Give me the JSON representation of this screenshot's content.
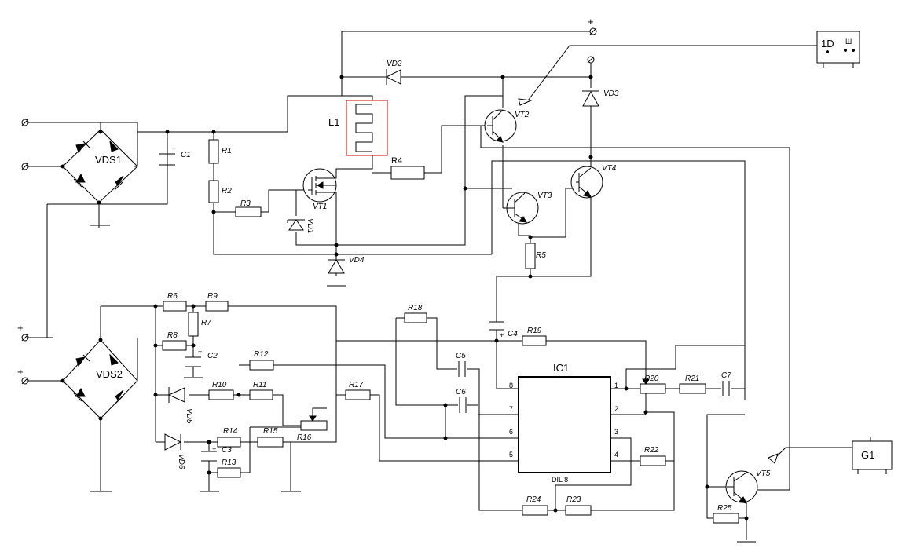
{
  "labels": {
    "vds1": "VDS1",
    "vds2": "VDS2",
    "c1": "C1",
    "r1": "R1",
    "r2": "R2",
    "r3": "R3",
    "vd1": "VD1",
    "vt1": "VT1",
    "l1": "L1",
    "r4": "R4",
    "vd2": "VD2",
    "vt2": "VT2",
    "vd3": "VD3",
    "vt3": "VT3",
    "vt4": "VT4",
    "r5": "R5",
    "vd4": "VD4",
    "r6": "R6",
    "r7": "R7",
    "r8": "R8",
    "r9": "R9",
    "c2": "C2",
    "vd5": "VD5",
    "r10": "R10",
    "r11": "R11",
    "r12": "R12",
    "vd6": "VD6",
    "r13": "R13",
    "r14": "R14",
    "r15": "R15",
    "r16": "R16",
    "c3": "C3",
    "r17": "R17",
    "r18": "R18",
    "c4": "C4",
    "r19": "R19",
    "c5": "C5",
    "c6": "C6",
    "ic1": "IC1",
    "ic1_package": "DIL 8",
    "r20": "R20",
    "r21": "R21",
    "c7": "C7",
    "r22": "R22",
    "r23": "R23",
    "r24": "R24",
    "vt5": "VT5",
    "r25": "R25",
    "g1": "G1",
    "connector_1d": "1D",
    "connector_mark": "Ш",
    "plus_mark": "+"
  },
  "ic1_pins": {
    "p1": "1",
    "p2": "2",
    "p3": "3",
    "p4": "4",
    "p5": "5",
    "p6": "6",
    "p7": "7",
    "p8": "8"
  }
}
